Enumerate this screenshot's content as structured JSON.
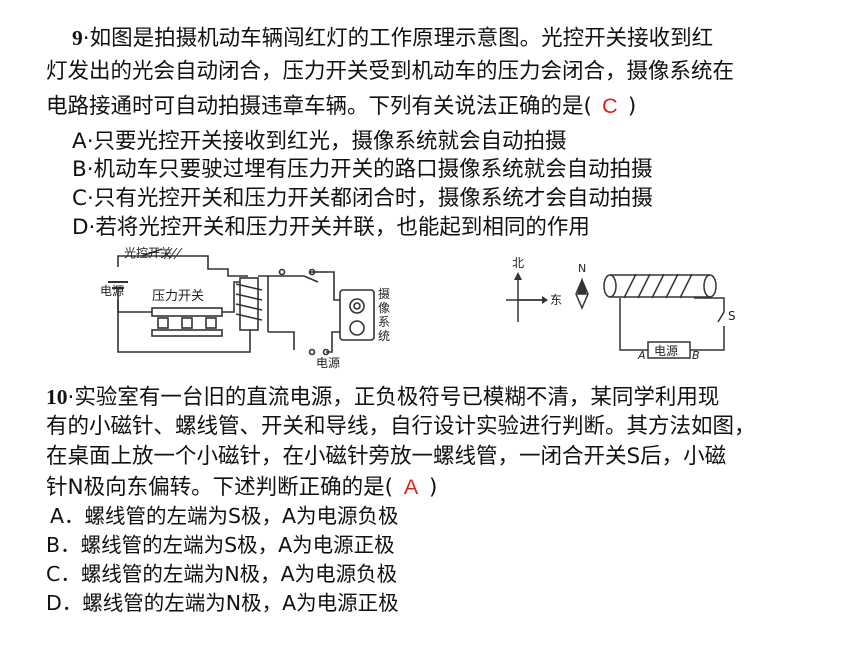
{
  "q9": {
    "number": "9",
    "line1": "·如图是拍摄机动车辆闯红灯的工作原理示意图。光控开关接收到红",
    "line2": "灯发出的光会自动闭合，压力开关受到机动车的压力会闭合，摄像系统在",
    "line3_pre": "电路接通时可自动拍摄违章车辆。下列有关说法正确的是(",
    "answer": "C",
    "line3_post": ")",
    "options": [
      "A·只要光控开关接收到红光，摄像系统就会自动拍摄",
      "B·机动车只要驶过埋有压力开关的路口摄像系统就会自动拍摄",
      "C·只有光控开关和压力开关都闭合时，摄像系统才会自动拍摄",
      "D·若将光控开关和压力开关并联，也能起到相同的作用"
    ]
  },
  "figure1": {
    "light_switch": "光控开关",
    "pressure_switch": "压力开关",
    "power_left": "电源",
    "power_bottom": "电源",
    "camera": [
      "摄",
      "像",
      "系",
      "统"
    ]
  },
  "figure2": {
    "north": "北",
    "east": "东",
    "needle_n": "N",
    "switch_s": "S",
    "power": "电源",
    "a": "A",
    "b": "B"
  },
  "q10": {
    "number": "10",
    "line1": "·实验室有一台旧的直流电源，正负极符号已模糊不清，某同学利用现",
    "line2": "有的小磁针、螺线管、开关和导线，自行设计实验进行判断。其方法如图，",
    "line3": "在桌面上放一个小磁针，在小磁针旁放一螺线管，一闭合开关S后，小磁",
    "line4_pre": "针N极向东偏转。下述判断正确的是(",
    "answer": "A",
    "line4_post": ")",
    "options": [
      "A．螺线管的左端为S极，A为电源负极",
      "B．螺线管的左端为S极，A为电源正极",
      "C．螺线管的左端为N极，A为电源负极",
      "D．螺线管的左端为N极，A为电源正极"
    ]
  }
}
